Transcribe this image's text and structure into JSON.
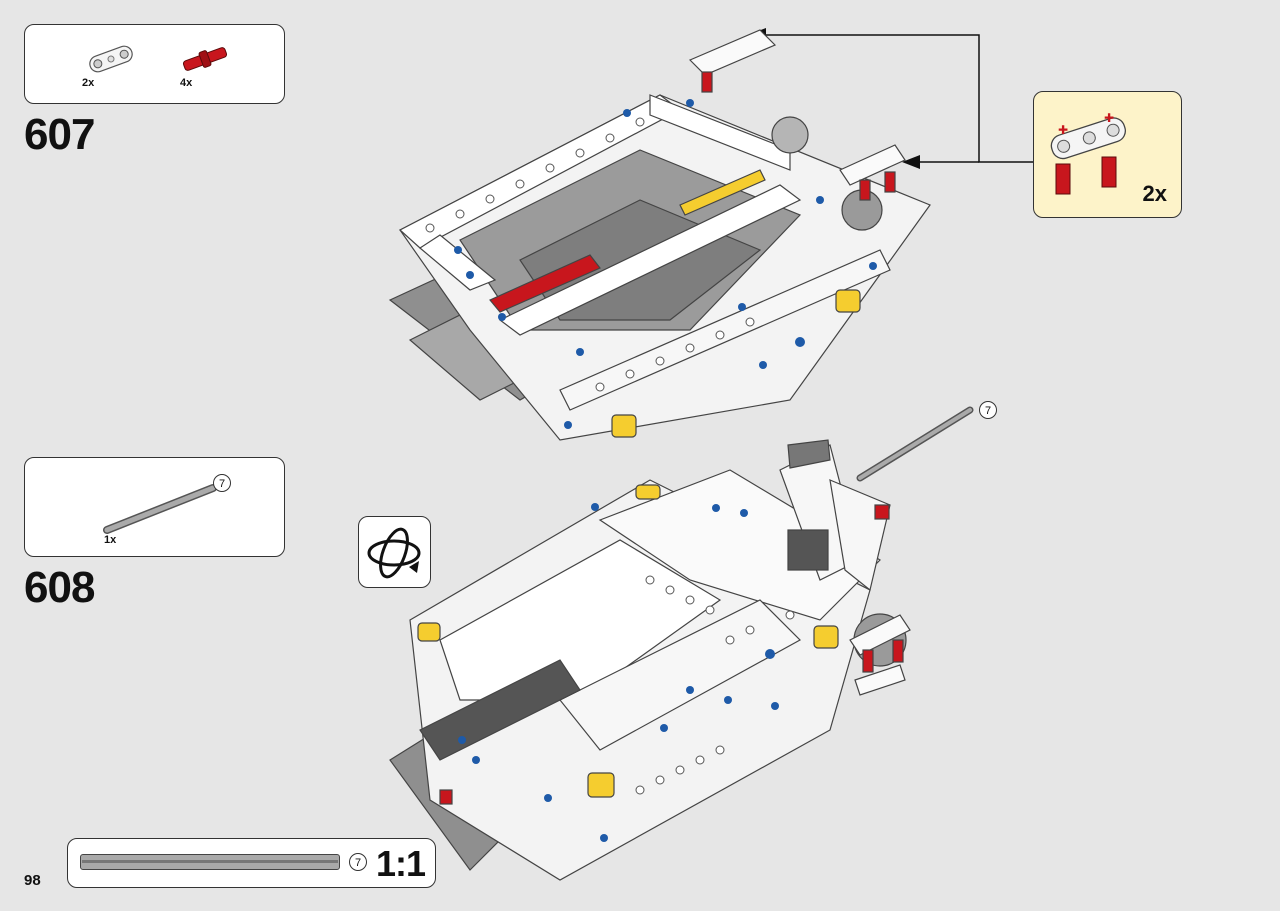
{
  "page": {
    "number": "98"
  },
  "steps": [
    {
      "number": "607",
      "parts": [
        {
          "name": "white-beam-part",
          "qty": "2x"
        },
        {
          "name": "red-connector-part",
          "qty": "4x"
        }
      ]
    },
    {
      "number": "608",
      "parts": [
        {
          "name": "gray-axle-part",
          "qty": "1x",
          "length_label": "7"
        }
      ]
    }
  ],
  "callout": {
    "qty": "2x"
  },
  "axle_callout_label": "7",
  "scale_bar": {
    "length_label": "7",
    "scale": "1:1"
  },
  "colors": {
    "background": "#e6e6e6",
    "callout_bg": "#fdf3c9",
    "technic_red": "#c8161d",
    "technic_white": "#f5f5f5",
    "technic_gray": "#9a9a9a",
    "technic_blue": "#1e5aa8",
    "technic_yellow": "#f5cd2f"
  },
  "icons": [
    "rotate-model-icon",
    "arrow-icon"
  ]
}
